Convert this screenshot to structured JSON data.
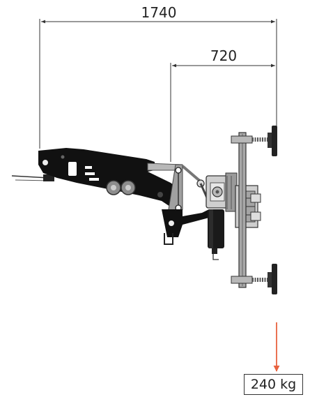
{
  "dimensions": {
    "overall_reach": "1740",
    "inner_reach": "720"
  },
  "load": {
    "label": "240 kg"
  },
  "colors": {
    "arm": "#111111",
    "mechanism": "#9a9a9a",
    "load_arrow": "#e8623f",
    "dimension_line": "#333333"
  }
}
